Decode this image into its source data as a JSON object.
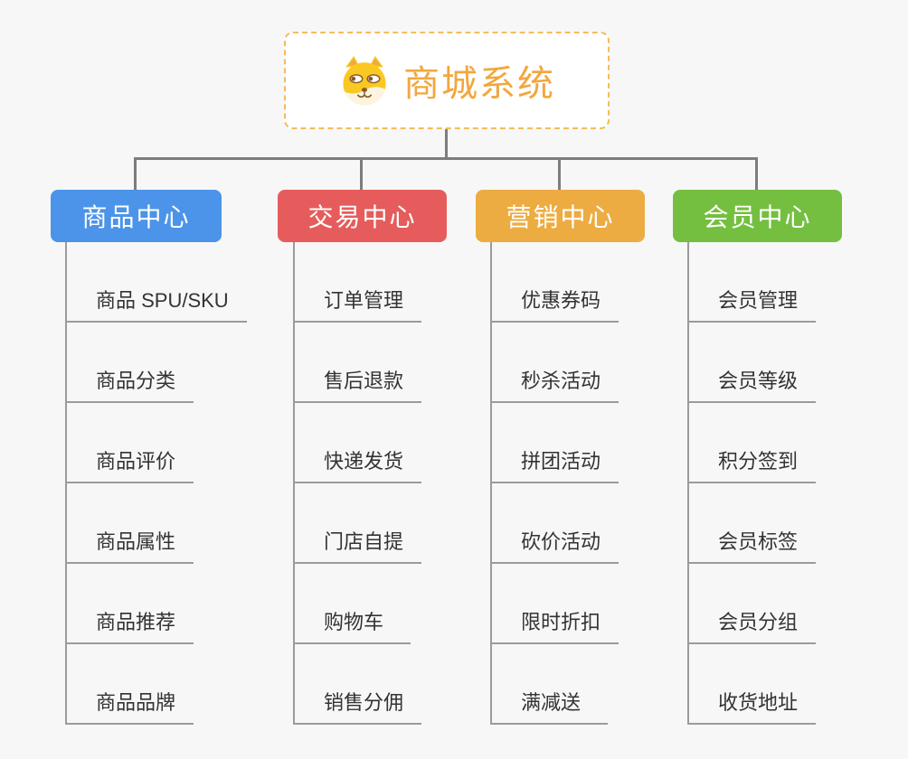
{
  "root": {
    "title": "商城系统",
    "icon": "dog-face-icon"
  },
  "branches": [
    {
      "label": "商品中心",
      "color": "#4B94E9",
      "children": [
        "商品 SPU/SKU",
        "商品分类",
        "商品评价",
        "商品属性",
        "商品推荐",
        "商品品牌"
      ]
    },
    {
      "label": "交易中心",
      "color": "#E65C5C",
      "children": [
        "订单管理",
        "售后退款",
        "快递发货",
        "门店自提",
        "购物车",
        "销售分佣"
      ]
    },
    {
      "label": "营销中心",
      "color": "#EDAC41",
      "children": [
        "优惠券码",
        "秒杀活动",
        "拼团活动",
        "砍价活动",
        "限时折扣",
        "满减送"
      ]
    },
    {
      "label": "会员中心",
      "color": "#74BF40",
      "children": [
        "会员管理",
        "会员等级",
        "积分签到",
        "会员标签",
        "会员分组",
        "收货地址"
      ]
    }
  ],
  "colors": {
    "background": "#F7F7F7",
    "connector": "#7D7D7D",
    "child_line": "#9B9B9B",
    "child_text": "#333333",
    "root_text": "#F2A73D",
    "root_border": "#F6BB5F"
  }
}
